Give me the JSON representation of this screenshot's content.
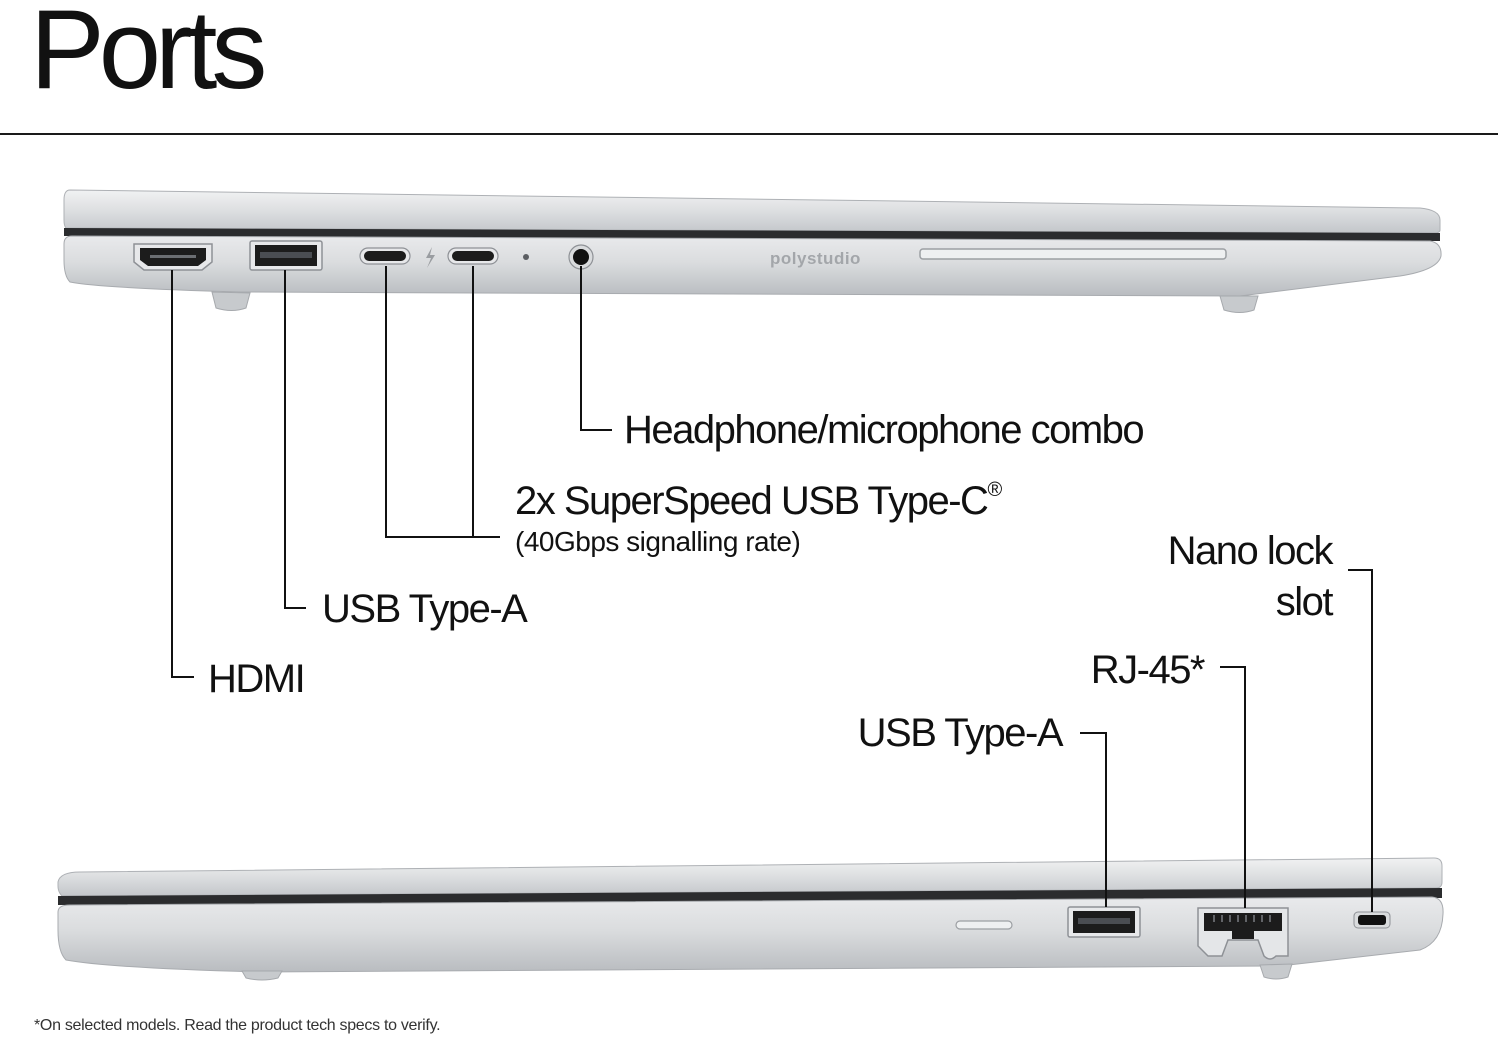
{
  "title": "Ports",
  "brand_text": "polystudio",
  "colors": {
    "text": "#111111",
    "chassis_light": "#dfe1e3",
    "chassis_mid": "#c9ccd0",
    "chassis_dark": "#a9adb2",
    "port_dark": "#1c1c1c"
  },
  "left_side_labels": {
    "headphone": "Headphone/microphone combo",
    "usbc_main": "2x SuperSpeed USB Type-C",
    "usbc_reg": "®",
    "usbc_sub": "(40Gbps signalling rate)",
    "usba": "USB Type-A",
    "hdmi": "HDMI"
  },
  "right_side_labels": {
    "nano_lock_line1": "Nano lock",
    "nano_lock_line2": "slot",
    "rj45": "RJ-45*",
    "usba": "USB Type-A"
  },
  "footnote": "*On selected models. Read the product tech specs to verify."
}
